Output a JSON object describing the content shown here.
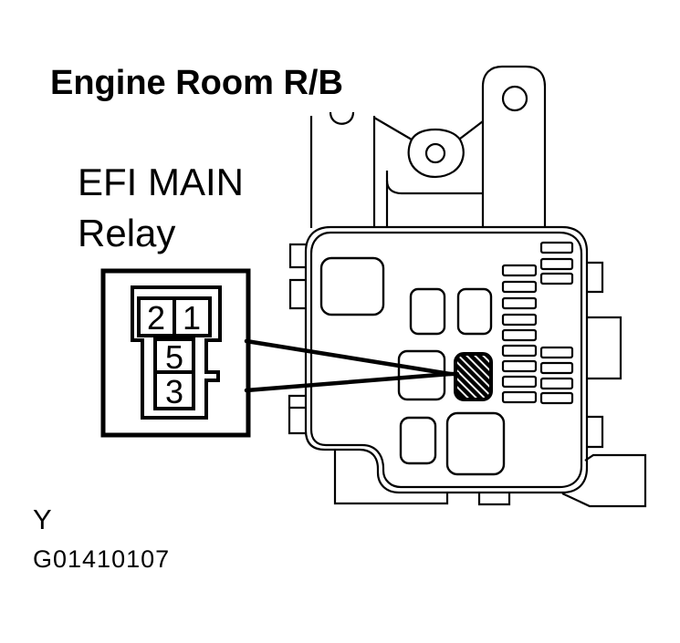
{
  "diagram": {
    "title": "Engine Room R/B",
    "component": {
      "label_line1": "EFI MAIN",
      "label_line2": "Relay"
    },
    "connector": {
      "pins": [
        "2",
        "1",
        "5",
        "3"
      ]
    },
    "section_marker": "Y",
    "figure_id": "G01410107",
    "colors": {
      "line": "#000000",
      "background": "#ffffff",
      "relay_highlight_style": "black-diagonal-hatch"
    }
  }
}
